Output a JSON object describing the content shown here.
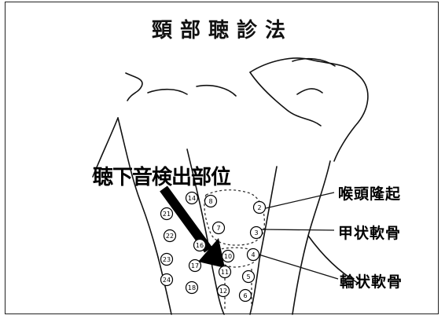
{
  "title": "頸部聴診法",
  "heading": "聴下音検出部位",
  "labels": {
    "larynx": "喉頭隆起",
    "thyroid": "甲状軟骨",
    "cricoid": "輪状軟骨"
  },
  "markers": {
    "m14": "14",
    "m8a": "8",
    "m2": "2",
    "m21": "21",
    "m7": "7",
    "m3": "3",
    "m22": "22",
    "m16": "16",
    "m4": "4",
    "m10": "10",
    "m23": "23",
    "m17": "17",
    "m11": "11",
    "m5": "5",
    "m24": "24",
    "m18": "18",
    "m12": "12",
    "m6": "6"
  }
}
